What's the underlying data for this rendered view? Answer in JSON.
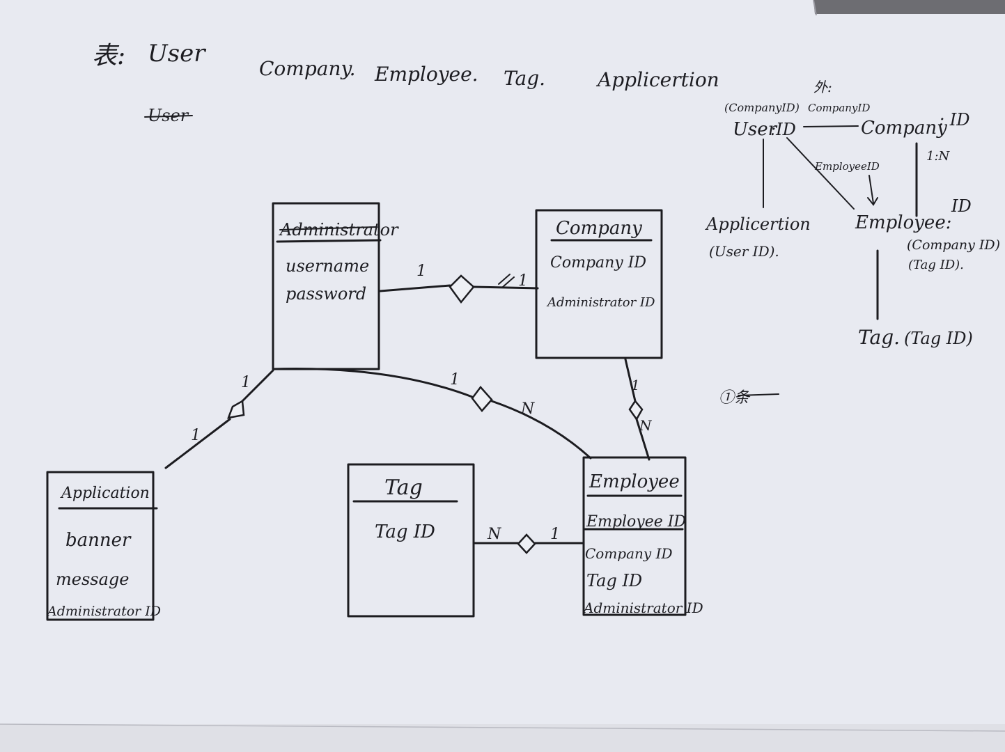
{
  "header": {
    "prefix": "表:",
    "tables": [
      "User",
      "Company.",
      "Employee.",
      "Tag.",
      "Applicertion"
    ],
    "struck": "User"
  },
  "entities": {
    "administrator": {
      "title": "Administrator",
      "fields": [
        "username",
        "password"
      ]
    },
    "company": {
      "title": "Company",
      "fields": [
        "Company ID",
        "Administrator ID"
      ]
    },
    "application": {
      "title": "Application",
      "fields": [
        "banner",
        "message",
        "Administrator ID"
      ]
    },
    "tag": {
      "title": "Tag",
      "fields": [
        "Tag ID"
      ]
    },
    "employee": {
      "title": "Employee",
      "fields": [
        "Employee ID",
        "Company ID",
        "Tag ID",
        "Administrator ID"
      ]
    }
  },
  "cardinalities": {
    "admin_company": [
      "1",
      "1"
    ],
    "admin_application": [
      "1",
      "1"
    ],
    "admin_employee": [
      "1",
      "N"
    ],
    "company_employee": [
      "1",
      "N"
    ],
    "tag_employee": [
      "N",
      "1"
    ]
  },
  "sketch": {
    "foreign_label": "外:",
    "foreign_key": "CompanyID",
    "company_id_note": "(CompanyID)",
    "user": "User",
    "user_id": ":ID",
    "company": "Company",
    "company_id": ": ID",
    "ratio": "1:N",
    "employee_id_note": "EmployeeID",
    "application": "Applicertion",
    "application_note": "(User ID).",
    "employee": "Employee:",
    "employee_id": "ID",
    "employee_note_1": "(Company ID)",
    "employee_note_2": "(Tag ID).",
    "tag": "Tag.",
    "tag_note": "(Tag ID)"
  },
  "misc_note": "①条"
}
